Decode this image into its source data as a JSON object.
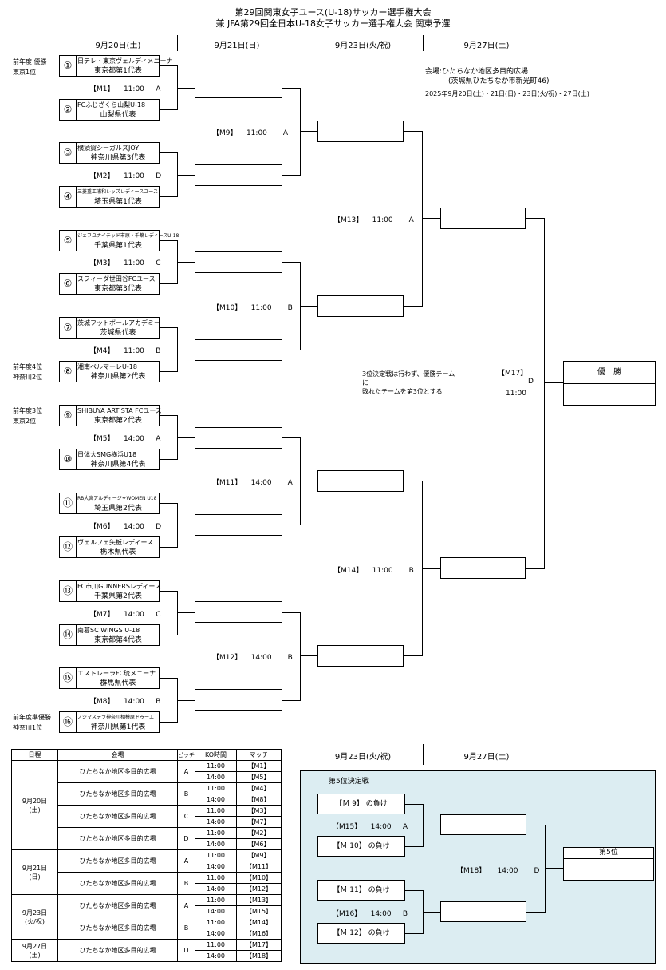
{
  "title": {
    "line1": "第29回関東女子ユース(U-18)サッカー選手権大会",
    "line2": "兼 JFA第29回全日本U-18女子サッカー選手権大会 関東予選"
  },
  "days": [
    "9月20日(土)",
    "9月21日(日)",
    "9月23日(火/祝)",
    "9月27日(土)"
  ],
  "venue": {
    "label": "会場:ひたちなか地区多目的広場",
    "address": "(茨城県ひたちなか市新光町46)",
    "dates": "2025年9月20日(土)・21日(日)・23日(火/祝)・27日(土)"
  },
  "teams": [
    {
      "num": "①",
      "club": "日テレ・東京ヴェルディメニーナ",
      "rep": "東京都第1代表"
    },
    {
      "num": "②",
      "club": "FCふじざくら山梨U-18",
      "rep": "山梨県代表"
    },
    {
      "num": "③",
      "club": "横須賀シーガルズJOY",
      "rep": "神奈川県第3代表"
    },
    {
      "num": "④",
      "club": "三菱重工浦和レッズレディースユース",
      "rep": "埼玉県第1代表"
    },
    {
      "num": "⑤",
      "club": "ジェフユナイテッド市原・千葉レディースU-18",
      "rep": "千葉県第1代表"
    },
    {
      "num": "⑥",
      "club": "スフィーダ世田谷FCユース",
      "rep": "東京都第3代表"
    },
    {
      "num": "⑦",
      "club": "茨城フットボールアカデミー",
      "rep": "茨城県代表"
    },
    {
      "num": "⑧",
      "club": "湘南ベルマーレU-18",
      "rep": "神奈川県第2代表"
    },
    {
      "num": "⑨",
      "club": "SHIBUYA ARTISTA FCユース",
      "rep": "東京都第2代表"
    },
    {
      "num": "⑩",
      "club": "日体大SMG横浜U18",
      "rep": "神奈川県第4代表"
    },
    {
      "num": "⑪",
      "club": "RB大宮アルディージャWOMEN U18",
      "rep": "埼玉県第2代表"
    },
    {
      "num": "⑫",
      "club": "ヴェルフェ矢板レディース",
      "rep": "栃木県代表"
    },
    {
      "num": "⑬",
      "club": "FC市川GUNNERSレディース",
      "rep": "千葉県第2代表"
    },
    {
      "num": "⑭",
      "club": "南葛SC WINGS U-18",
      "rep": "東京都第4代表"
    },
    {
      "num": "⑮",
      "club": "エストレーラFC琉メニーナ",
      "rep": "群馬県代表"
    },
    {
      "num": "⑯",
      "club": "ノジマステラ神奈川相模原ドゥーエ",
      "rep": "神奈川県第1代表"
    }
  ],
  "seeds": [
    {
      "l1": "前年度 優勝",
      "l2": "東京1位"
    },
    {
      "l1": "前年度4位",
      "l2": "神奈川2位"
    },
    {
      "l1": "前年度3位",
      "l2": "東京2位"
    },
    {
      "l1": "前年度準優勝",
      "l2": "神奈川1位"
    }
  ],
  "matches": {
    "M1": {
      "code": "【M1】",
      "time": "11:00",
      "pitch": "A"
    },
    "M2": {
      "code": "【M2】",
      "time": "11:00",
      "pitch": "D"
    },
    "M3": {
      "code": "【M3】",
      "time": "11:00",
      "pitch": "C"
    },
    "M4": {
      "code": "【M4】",
      "time": "11:00",
      "pitch": "B"
    },
    "M5": {
      "code": "【M5】",
      "time": "14:00",
      "pitch": "A"
    },
    "M6": {
      "code": "【M6】",
      "time": "14:00",
      "pitch": "D"
    },
    "M7": {
      "code": "【M7】",
      "time": "14:00",
      "pitch": "C"
    },
    "M8": {
      "code": "【M8】",
      "time": "14:00",
      "pitch": "B"
    },
    "M9": {
      "code": "【M9】",
      "time": "11:00",
      "pitch": "A"
    },
    "M10": {
      "code": "【M10】",
      "time": "11:00",
      "pitch": "B"
    },
    "M11": {
      "code": "【M11】",
      "time": "14:00",
      "pitch": "A"
    },
    "M12": {
      "code": "【M12】",
      "time": "14:00",
      "pitch": "B"
    },
    "M13": {
      "code": "【M13】",
      "time": "11:00",
      "pitch": "A"
    },
    "M14": {
      "code": "【M14】",
      "time": "11:00",
      "pitch": "B"
    },
    "M17": {
      "code": "【M17】",
      "time": "11:00",
      "pitch": "D"
    }
  },
  "note3rd": {
    "l1": "3位決定戦は行わず、優勝チーム",
    "l2": "に",
    "l3": "敗れたチームを第3位とする"
  },
  "champion": "優　勝",
  "schedule": {
    "headers": [
      "日程",
      "会場",
      "ピッチ",
      "KO時間",
      "マッチ"
    ],
    "venue": "ひたちなか地区多目的広場",
    "day1": {
      "date": "9月20日",
      "dow": "(土)"
    },
    "day2": {
      "date": "9月21日",
      "dow": "(日)"
    },
    "day3": {
      "date": "9月23日",
      "dow": "(火/祝)"
    },
    "day4": {
      "date": "9月27日",
      "dow": "(土)"
    },
    "pitches": [
      "A",
      "B",
      "C",
      "D",
      "A",
      "B",
      "A",
      "B",
      "D"
    ],
    "t1": "11:00",
    "t2": "14:00",
    "mlist": [
      "【M1】",
      "【M5】",
      "【M4】",
      "【M8】",
      "【M3】",
      "【M7】",
      "【M2】",
      "【M6】",
      "【M9】",
      "【M11】",
      "【M10】",
      "【M12】",
      "【M13】",
      "【M15】",
      "【M14】",
      "【M16】",
      "【M17】",
      "【M18】"
    ]
  },
  "fifth": {
    "days": [
      "9月23日(火/祝)",
      "9月27日(土)"
    ],
    "title": "第5位決定戦",
    "losers": [
      "【Ｍ 9】 の負け",
      "【Ｍ 10】 の負け",
      "【Ｍ 11】 の負け",
      "【Ｍ 12】 の負け"
    ],
    "M15": {
      "code": "【M15】",
      "time": "14:00",
      "pitch": "A"
    },
    "M16": {
      "code": "【M16】",
      "time": "14:00",
      "pitch": "B"
    },
    "M18": {
      "code": "【M18】",
      "time": "14:00",
      "pitch": "D"
    },
    "result": "第5位"
  }
}
